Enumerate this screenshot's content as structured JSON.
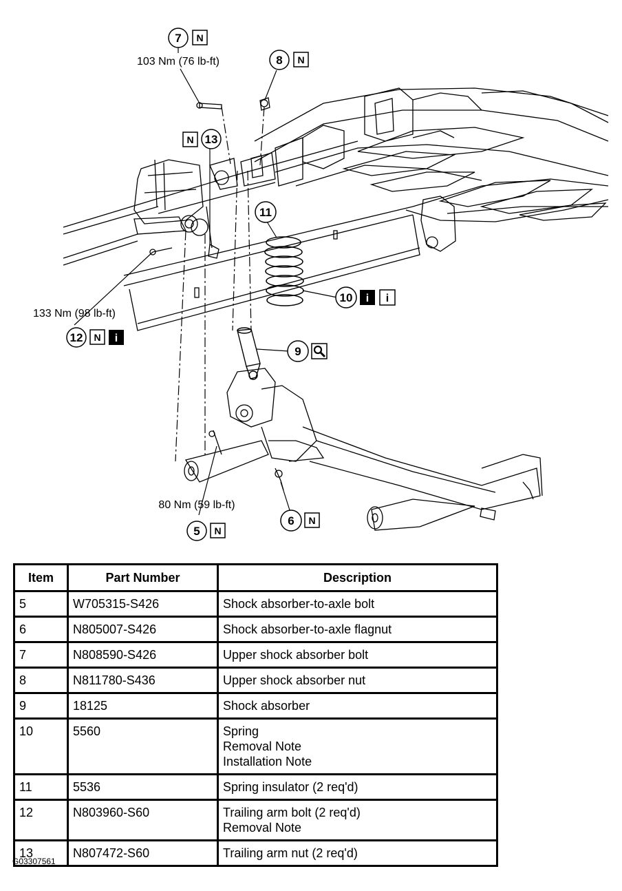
{
  "callouts": {
    "c7": {
      "number": "7",
      "torque": "103 Nm (76 lb-ft)",
      "badges": [
        "N"
      ]
    },
    "c8": {
      "number": "8",
      "badges": [
        "N"
      ]
    },
    "c13": {
      "number": "13",
      "badges": [
        "N"
      ]
    },
    "c11": {
      "number": "11"
    },
    "c10": {
      "number": "10",
      "badges": [
        "i",
        "i"
      ]
    },
    "c12": {
      "number": "12",
      "torque": "133 Nm (98 lb-ft)",
      "badges": [
        "N",
        "i"
      ]
    },
    "c9": {
      "number": "9",
      "badges": [
        "magnify-icon"
      ]
    },
    "c5": {
      "number": "5",
      "torque": "80 Nm (59 lb-ft)",
      "badges": [
        "N"
      ]
    },
    "c6": {
      "number": "6",
      "badges": [
        "N"
      ]
    }
  },
  "table": {
    "headers": [
      "Item",
      "Part Number",
      "Description"
    ],
    "rows": [
      {
        "item": "5",
        "part": "W705315-S426",
        "desc": [
          "Shock absorber-to-axle bolt"
        ]
      },
      {
        "item": "6",
        "part": "N805007-S426",
        "desc": [
          "Shock absorber-to-axle flagnut"
        ]
      },
      {
        "item": "7",
        "part": "N808590-S426",
        "desc": [
          "Upper shock absorber bolt"
        ]
      },
      {
        "item": "8",
        "part": "N811780-S436",
        "desc": [
          "Upper shock absorber nut"
        ]
      },
      {
        "item": "9",
        "part": "18125",
        "desc": [
          "Shock absorber"
        ]
      },
      {
        "item": "10",
        "part": "5560",
        "desc": [
          "Spring",
          "Removal Note",
          "Installation Note"
        ]
      },
      {
        "item": "11",
        "part": "5536",
        "desc": [
          "Spring insulator (2 req'd)"
        ]
      },
      {
        "item": "12",
        "part": "N803960-S60",
        "desc": [
          "Trailing arm bolt (2 req'd)",
          "Removal Note"
        ]
      },
      {
        "item": "13",
        "part": "N807472-S60",
        "desc": [
          "Trailing arm nut (2 req'd)"
        ]
      }
    ]
  },
  "figure_id": "G03307561"
}
